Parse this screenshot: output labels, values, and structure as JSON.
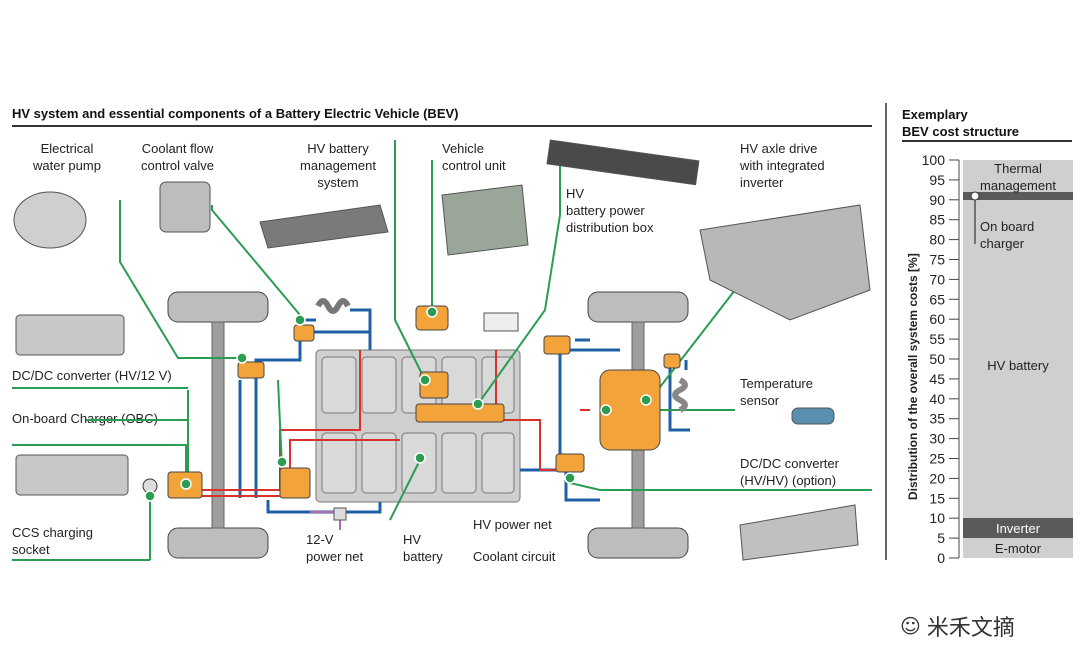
{
  "diagram": {
    "title": "HV system and essential components of a Battery Electric Vehicle (BEV)",
    "labels": {
      "water_pump": [
        "Electrical",
        "water pump"
      ],
      "coolant_valve": [
        "Coolant flow",
        "control valve"
      ],
      "battery_mgmt": [
        "HV battery",
        "management",
        "system"
      ],
      "vcu": [
        "Vehicle",
        "control unit"
      ],
      "pdu": [
        "HV",
        "battery power",
        "distribution box"
      ],
      "axle_drive": [
        "HV axle drive",
        "with integrated",
        "inverter"
      ],
      "dcdc_12v": "DC/DC converter (HV/12 V)",
      "obc": "On-board Charger (OBC)",
      "ccs": [
        "CCS charging",
        "socket"
      ],
      "power_net_12v": [
        "12-V",
        "power net"
      ],
      "hv_battery": [
        "HV",
        "battery"
      ],
      "temp_sensor": [
        "Temperature",
        "sensor"
      ],
      "dcdc_hvhv": [
        "DC/DC converter",
        "(HV/HV) (option)"
      ]
    },
    "legend": {
      "hv_power_net": "HV power net",
      "coolant_circuit": "Coolant circuit"
    },
    "colors": {
      "hv_power": "#d9312b",
      "coolant": "#1f5fa8",
      "connector": "#2a9d50",
      "lv_power": "#b06ab3",
      "component": "#f2a33a"
    }
  },
  "cost_chart": {
    "title": [
      "Exemplary",
      "BEV cost structure"
    ],
    "ylabel": "Distribution of the overall system costs [%]",
    "ticks": [
      "100",
      "95",
      "90",
      "85",
      "80",
      "75",
      "70",
      "65",
      "60",
      "55",
      "50",
      "45",
      "40",
      "35",
      "30",
      "25",
      "20",
      "15",
      "10",
      "5",
      "0"
    ],
    "segments": {
      "thermal": [
        "Thermal",
        "management"
      ],
      "onboard": [
        "On board",
        "charger"
      ],
      "battery": "HV battery",
      "inverter": "Inverter",
      "emotor": "E-motor"
    }
  },
  "chart_data": {
    "type": "bar",
    "title": "Exemplary BEV cost structure",
    "ylabel": "Distribution of the overall system costs [%]",
    "ylim": [
      0,
      100
    ],
    "categories": [
      "E-motor",
      "Inverter",
      "HV battery",
      "On board charger",
      "Thermal management"
    ],
    "stacked_ranges": [
      [
        0,
        5
      ],
      [
        5,
        10
      ],
      [
        10,
        90
      ],
      [
        89.5,
        90.5
      ],
      [
        91,
        100
      ]
    ]
  },
  "watermark": "米禾文摘"
}
